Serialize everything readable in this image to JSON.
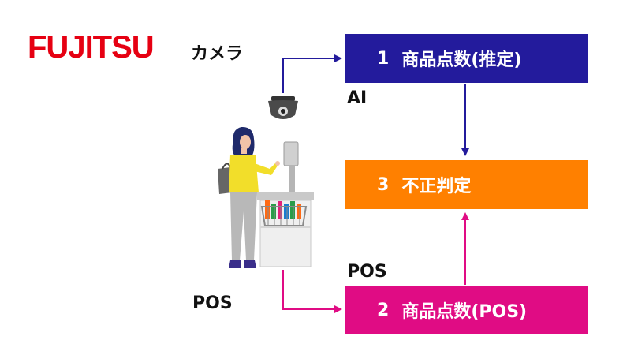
{
  "logo": {
    "text": "FUJITSU",
    "color": "#e60012"
  },
  "labels": {
    "camera": "カメラ",
    "ai": "AI",
    "pos_left": "POS",
    "pos_above_box": "POS"
  },
  "boxes": {
    "estimate": {
      "number": "1",
      "text": "商品点数(推定)",
      "color": "#231b9c"
    },
    "fraud": {
      "number": "3",
      "text": "不正判定",
      "color": "#ff8000"
    },
    "pos": {
      "number": "2",
      "text": "商品点数(POS)",
      "color": "#e00c84"
    }
  },
  "arrow_colors": {
    "camera_to_estimate": "#231b9c",
    "estimate_to_fraud": "#231b9c",
    "pos_flow": "#e00c84"
  },
  "illustration": {
    "icons": [
      "security-camera-icon",
      "shopper-person-icon",
      "self-checkout-register-icon",
      "shopping-basket-icon"
    ]
  }
}
